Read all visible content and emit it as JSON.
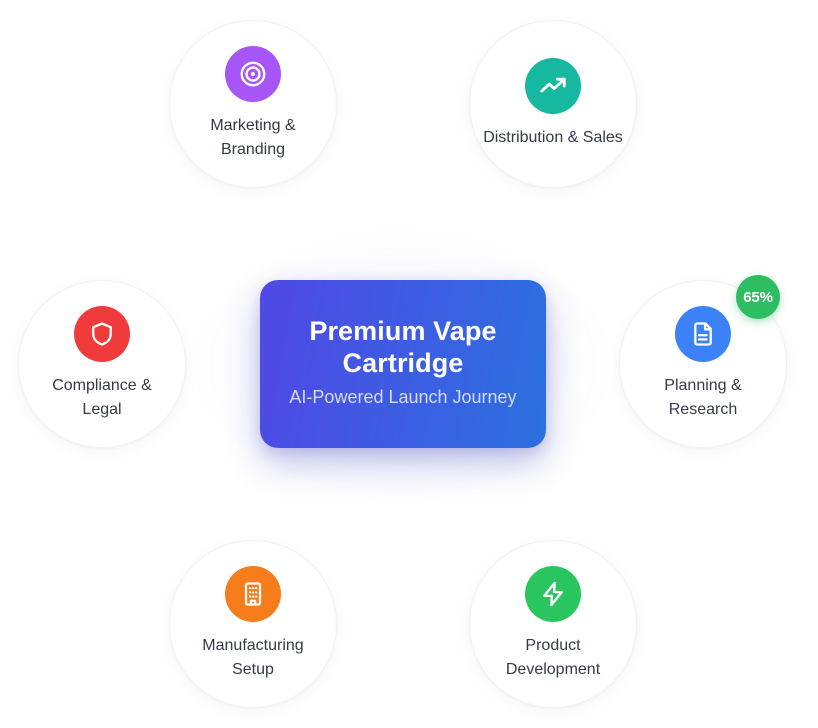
{
  "hub": {
    "title": "Premium Vape Cartridge",
    "subtitle": "AI-Powered Launch Journey",
    "gradient_start": "#5048e5",
    "gradient_end": "#2b70df"
  },
  "nodes": [
    {
      "label": "Marketing & Branding",
      "icon": "target-icon",
      "color": "#a855f7",
      "badge": null
    },
    {
      "label": "Distribution & Sales",
      "icon": "trending-up-icon",
      "color": "#17b8a0",
      "badge": null
    },
    {
      "label": "Compliance & Legal",
      "icon": "shield-icon",
      "color": "#ef3b3b",
      "badge": null
    },
    {
      "label": "Planning & Research",
      "icon": "document-icon",
      "color": "#3b82f6",
      "badge": "65%"
    },
    {
      "label": "Manufacturing Setup",
      "icon": "building-icon",
      "color": "#f67c1c",
      "badge": null
    },
    {
      "label": "Product Development",
      "icon": "lightning-bolt-icon",
      "color": "#2bc55f",
      "badge": null
    }
  ],
  "colors": {
    "label_text": "#343a46",
    "badge_green": "#2ebd62",
    "canvas": "#ffffff"
  }
}
